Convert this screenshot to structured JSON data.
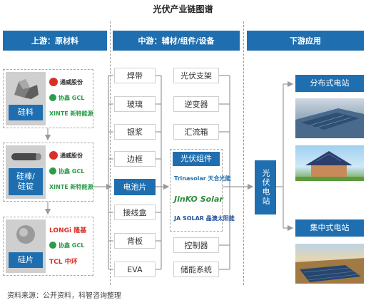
{
  "title": "光伏产业链图谱",
  "sections": {
    "upstream": "上游：原材料",
    "midstream": "中游：辅材/组件/设备",
    "downstream": "下游应用"
  },
  "upstream": {
    "silicon_material": {
      "label": "硅料",
      "logos": [
        "通威股份",
        "协鑫 GCL",
        "XINTE 新特能源"
      ]
    },
    "silicon_rod": {
      "label": "硅棒/\n硅锭",
      "logos": [
        "通威股份",
        "协鑫 GCL",
        "XINTE 新特能源"
      ]
    },
    "wafer": {
      "label": "硅片",
      "logos": [
        "LONGi 隆基",
        "协鑫 GCL",
        "TCL 中环"
      ]
    }
  },
  "midstream": {
    "materials": [
      "焊带",
      "玻璃",
      "银浆",
      "边框",
      "接线盒",
      "背板",
      "EVA"
    ],
    "cell": "电池片",
    "equipment_top": [
      "光伏支架",
      "逆变器",
      "汇流箱"
    ],
    "module": {
      "label": "光伏组件",
      "logos": [
        "Trinasolar 天合光能",
        "JinKO Solar",
        "JA SOLAR 晶澳太阳能"
      ]
    },
    "equipment_bottom": [
      "控制器",
      "储能系统"
    ]
  },
  "plant": "光伏电站",
  "downstream": [
    "分布式电站",
    "集中式电站"
  ],
  "source": "资料来源：公开资料，科智咨询整理",
  "colors": {
    "primary_blue": "#1f6fb0",
    "group_gray": "#cfcfcf",
    "connector_gray": "#9a9a9a"
  }
}
